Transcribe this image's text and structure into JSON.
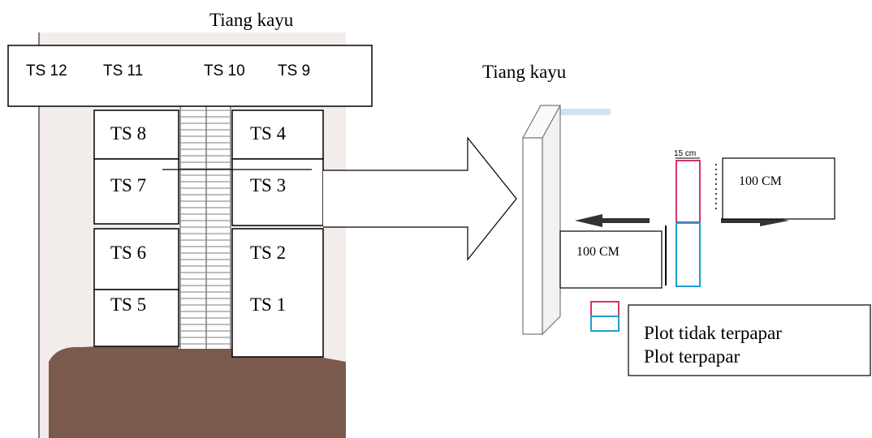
{
  "left_figure": {
    "post_label": "Tiang kayu",
    "top_box_labels": [
      "TS 12",
      "TS 11",
      "TS 10",
      "TS 9"
    ],
    "trap_labels": {
      "ts8": "TS 8",
      "ts7": "TS 7",
      "ts6": "TS 6",
      "ts5": "TS 5",
      "ts4": "TS 4",
      "ts3": "TS 3",
      "ts2": "TS 2",
      "ts1": "TS 1"
    }
  },
  "right_figure": {
    "post_label": "Tiang kayu",
    "plot_width_label": "15 cm",
    "distance_right_label": "100 CM",
    "distance_left_label": "100 CM"
  },
  "legend": {
    "items": [
      {
        "label": "Plot tidak terpapar",
        "color": "#d6336c"
      },
      {
        "label": "Plot terpapar",
        "color": "#1ea0d0"
      }
    ]
  },
  "colors": {
    "soil": "#7a5a4d",
    "tree_bg": "#f2ecea",
    "ladder_line": "#7e7e7e",
    "arrow_fill": "#333333"
  }
}
